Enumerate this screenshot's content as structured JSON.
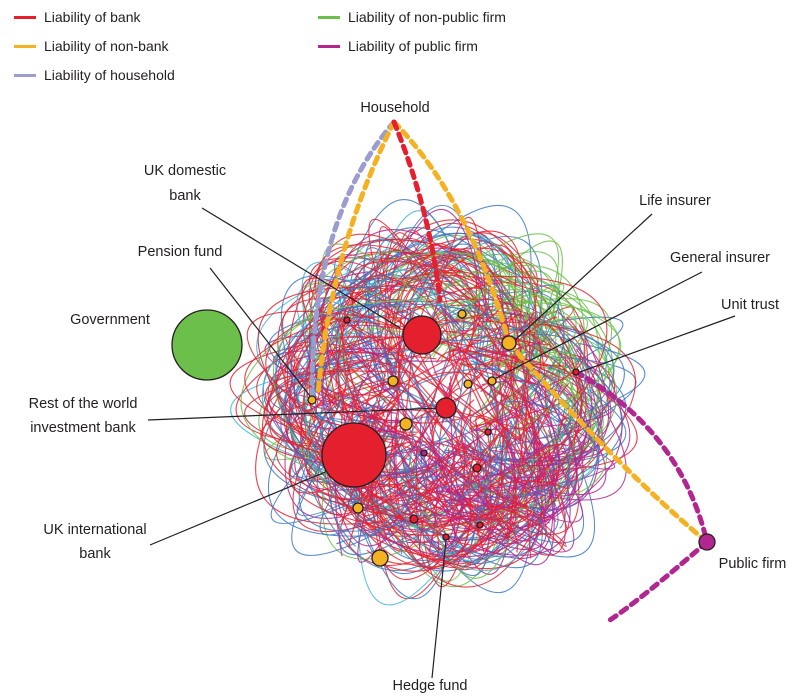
{
  "legend": [
    {
      "label": "Liability of bank",
      "color": "#e5202e"
    },
    {
      "label": "Liability of non-bank",
      "color": "#f4b223"
    },
    {
      "label": "Liability of household",
      "color": "#9b9ccf"
    },
    {
      "label": "Liability of non-public firm",
      "color": "#6cbf4b"
    },
    {
      "label": "Liability of public firm",
      "color": "#b1268f"
    }
  ],
  "edge_colors": {
    "bank": "#e5202e",
    "nonbank": "#f4b223",
    "household": "#9b9ccf",
    "nonpublic": "#6cbf4b",
    "public": "#b1268f",
    "blue": "#3d78c2",
    "cyan": "#3fb6d6"
  },
  "labels": {
    "household": "Household",
    "uk_domestic_bank_1": "UK domestic",
    "uk_domestic_bank_2": "bank",
    "life_insurer": "Life insurer",
    "pension_fund": "Pension fund",
    "general_insurer": "General insurer",
    "government": "Government",
    "unit_trust": "Unit trust",
    "rest_of_world_1": "Rest of the world",
    "rest_of_world_2": "investment bank",
    "uk_international_bank_1": "UK international",
    "uk_international_bank_2": "bank",
    "public_firm": "Public firm",
    "hedge_fund": "Hedge fund"
  }
}
